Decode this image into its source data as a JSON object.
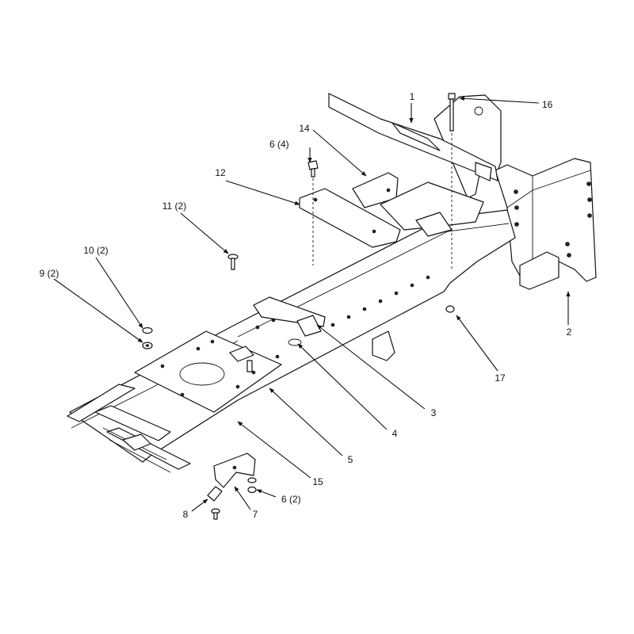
{
  "colors": {
    "line": "#111111",
    "background": "#ffffff"
  },
  "callouts": {
    "c1": "1",
    "c2": "2",
    "c3": "3",
    "c4": "4",
    "c5": "5",
    "c6a": "6 (4)",
    "c6b": "6 (2)",
    "c7": "7",
    "c8": "8",
    "c9": "9 (2)",
    "c10": "10 (2)",
    "c11": "11 (2)",
    "c12": "12",
    "c14": "14",
    "c15": "15",
    "c16": "16",
    "c17": "17"
  }
}
